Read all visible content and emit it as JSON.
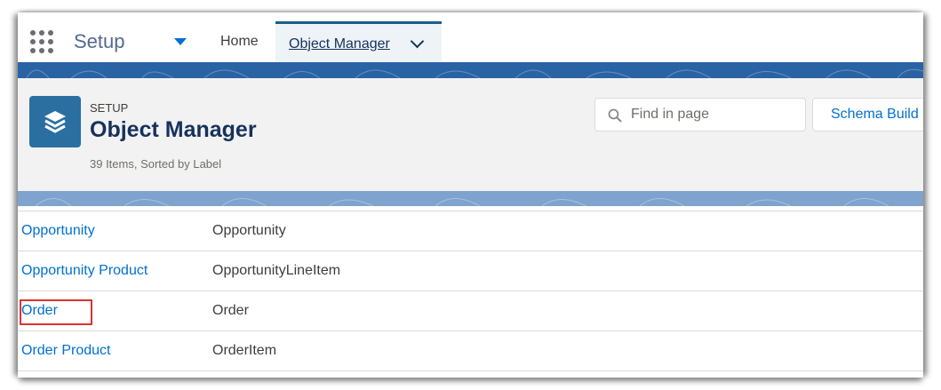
{
  "nav": {
    "app_name": "Setup",
    "tabs": [
      {
        "label": "Home"
      },
      {
        "label": "Object Manager",
        "active": true
      }
    ]
  },
  "header": {
    "eyebrow": "SETUP",
    "title": "Object Manager",
    "subtitle": "39 Items, Sorted by Label",
    "search_placeholder": "Find in page",
    "schema_button": "Schema Build"
  },
  "rows": [
    {
      "label": "Opportunity",
      "api_name": "Opportunity"
    },
    {
      "label": "Opportunity Product",
      "api_name": "OpportunityLineItem"
    },
    {
      "label": "Order",
      "api_name": "Order",
      "highlighted": true
    },
    {
      "label": "Order Product",
      "api_name": "OrderItem"
    }
  ],
  "colors": {
    "brand": "#2a63a4",
    "link": "#0070d2",
    "highlight": "#e0312f"
  }
}
